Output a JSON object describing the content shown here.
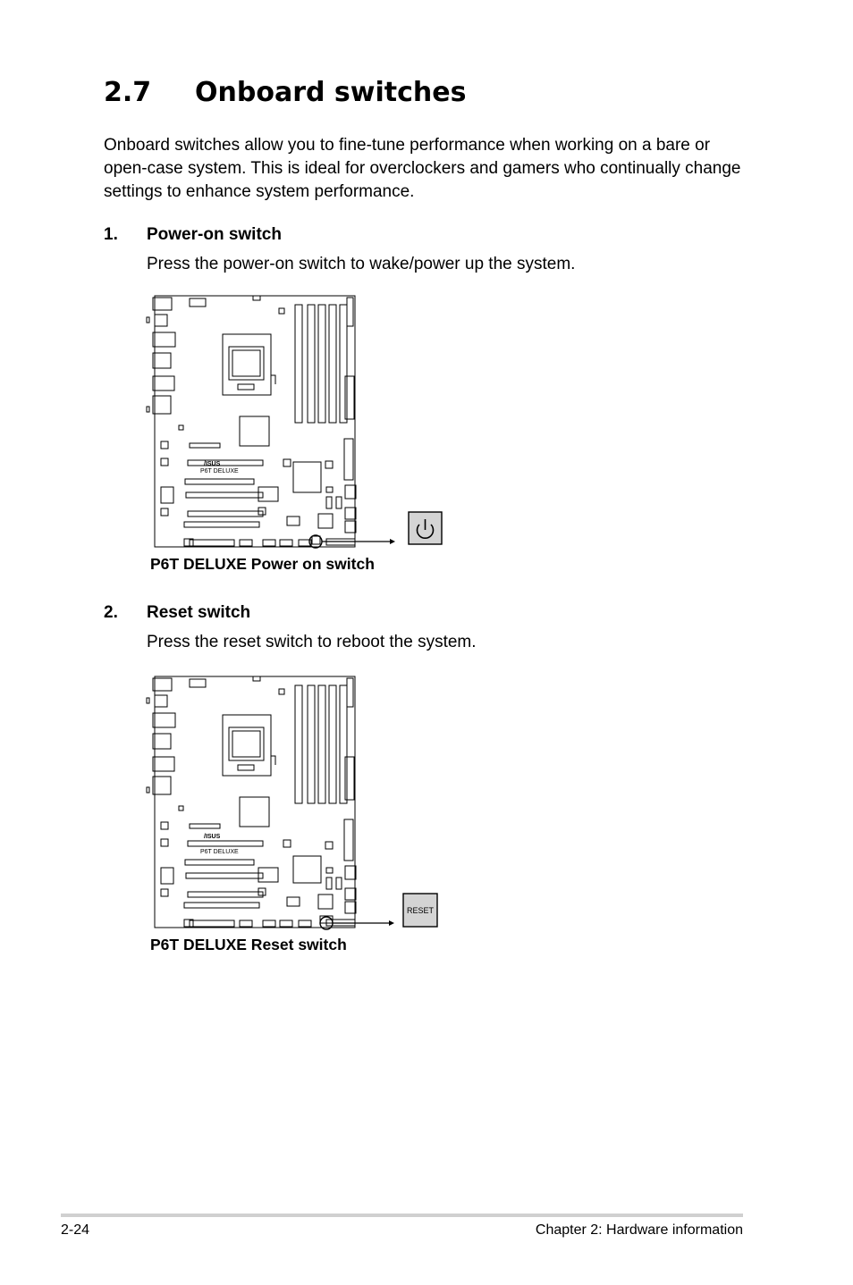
{
  "section": {
    "number": "2.7",
    "title": "Onboard switches",
    "intro": "Onboard switches allow you to fine-tune performance when working on a bare or open-case system. This is ideal for overclockers and gamers who continually change settings to enhance system performance."
  },
  "items": [
    {
      "number": "1.",
      "heading": "Power-on switch",
      "description": "Press the power-on switch to wake/power up the system.",
      "board_label": "P6T DELUXE",
      "board_logo": "/ISUS",
      "caption": "P6T DELUXE Power on switch",
      "icon": "power-icon"
    },
    {
      "number": "2.",
      "heading": "Reset switch",
      "description": "Press the reset switch to reboot the system.",
      "board_label": "P6T DELUXE",
      "board_logo": "/ISUS",
      "caption": "P6T DELUXE Reset switch",
      "button_text": "RESET"
    }
  ],
  "footer": {
    "page": "2-24",
    "chapter": "Chapter 2: Hardware information"
  }
}
